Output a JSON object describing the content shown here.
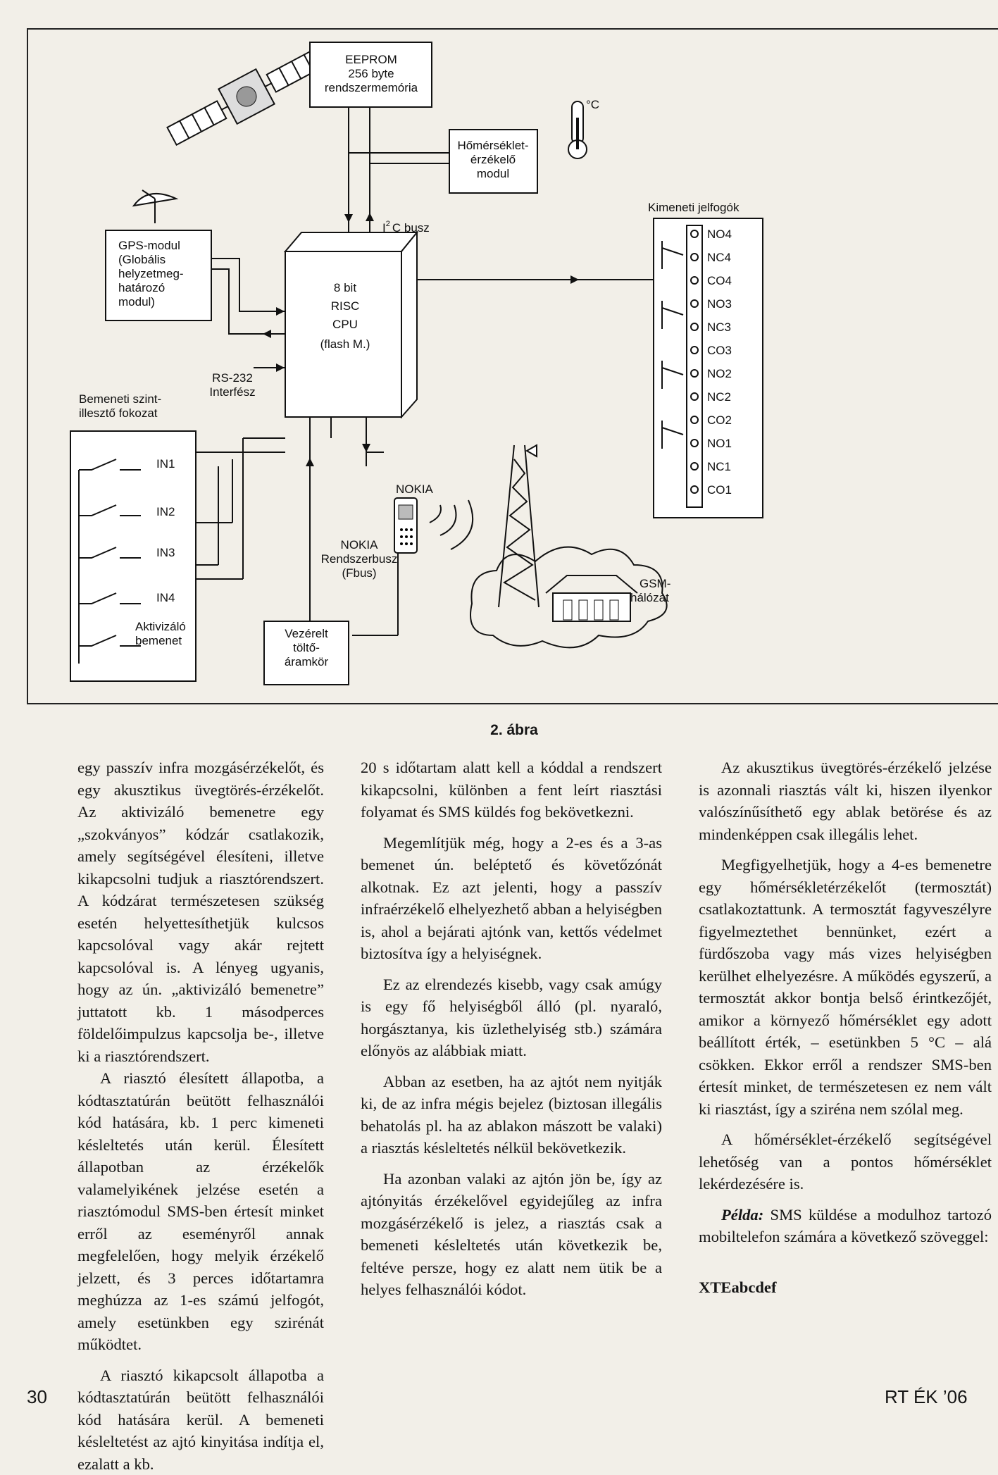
{
  "figure": {
    "eeprom": [
      "EEPROM",
      "256 byte",
      "rendszermemória"
    ],
    "temp_unit": "°C",
    "temp_module": [
      "Hőmérséklet-",
      "érzékelő",
      "modul"
    ],
    "relays_title": "Kimeneti jelfogók",
    "relay_pins": [
      "NO4",
      "NC4",
      "CO4",
      "NO3",
      "NC3",
      "CO3",
      "NO2",
      "NC2",
      "CO2",
      "NO1",
      "NC1",
      "CO1"
    ],
    "i2c_prefix": "I",
    "i2c_sup": "2",
    "i2c_suffix": "C busz",
    "gps": [
      "GPS-modul",
      "(Globális",
      "helyzetmeg-",
      "határozó",
      "modul)"
    ],
    "cpu": [
      "8 bit",
      "RISC",
      "CPU",
      "(flash M.)"
    ],
    "rs232": [
      "RS-232",
      "Interfész"
    ],
    "input_stage": [
      "Bemeneti szint-",
      "illesztő fokozat"
    ],
    "inputs": [
      "IN1",
      "IN2",
      "IN3",
      "IN4"
    ],
    "activate": [
      "Aktivizáló",
      "bemenet"
    ],
    "nokia_phone": "NOKIA",
    "nokia_bus": [
      "NOKIA",
      "Rendszerbusz",
      "(Fbus)"
    ],
    "gsm": [
      "GSM-",
      "hálózat"
    ],
    "charger": [
      "Vezérelt",
      "töltő-",
      "áramkör"
    ]
  },
  "caption": "2. ábra",
  "col1": [
    "egy passzív infra mozgásérzékelőt, és egy akusztikus üvegtörés-érzékelőt. Az aktivizáló bemenetre egy „szokványos” kódzár csatlakozik, amely segítségével élesíteni, illetve kikapcsolni tudjuk a riasztórendszert. A kódzárat természetesen szükség esetén helyettesíthetjük kulcsos kapcsolóval vagy akár rejtett kapcsolóval is. A lényeg ugyanis, hogy az ún. „aktivizáló bemenetre” juttatott kb. 1 másodperces földelőimpulzus kapcsolja be-, illetve ki a riasztórendszert.",
    "A riasztó élesített állapotba, a kódtasztatúrán beütött felhasználói kód hatására, kb. 1 perc kimeneti késleltetés után kerül. Élesített állapotban az érzékelők valamelyikének jelzése esetén a riasztómodul SMS-ben értesít minket erről az eseményről annak megfelelően, hogy melyik érzékelő jelzett, és 3 perces időtartamra meghúzza az 1-es számú jelfogót, amely esetünkben egy szirénát működtet.",
    "A riasztó kikapcsolt állapotba a kódtasztatúrán beütött felhasználói kód hatására kerül. A bemeneti késleltetést az ajtó kinyitása indítja el, ezalatt a kb."
  ],
  "col2": [
    "20 s időtartam alatt kell a kóddal a rendszert kikapcsolni, különben a fent leírt riasztási folyamat és SMS küldés fog bekövetkezni.",
    "Megemlítjük még, hogy a 2-es és a 3-as bemenet ún. beléptető és követőzónát alkotnak. Ez azt jelenti, hogy a passzív infraérzékelő elhelyezhető abban a helyiségben is, ahol a bejárati ajtónk van, kettős védelmet biztosítva így a helyiségnek.",
    "Ez az elrendezés kisebb, vagy csak amúgy is egy fő helyiségből álló (pl. nyaraló, horgásztanya, kis üzlethelyiség stb.) számára előnyös az alábbiak miatt.",
    "Abban az esetben, ha az ajtót nem nyitják ki, de az infra mégis bejelez (biztosan illegális behatolás pl. ha az ablakon mászott be valaki) a riasztás késleltetés nélkül bekövetkezik.",
    "Ha azonban valaki az ajtón jön be, így az ajtónyitás érzékelővel egyidejűleg az infra mozgásérzékelő is jelez, a riasztás csak a bemeneti késleltetés után következik be, feltéve persze, hogy ez alatt nem ütik be a helyes felhasználói kódot."
  ],
  "col3": [
    "Az akusztikus üvegtörés-érzékelő jelzése is azonnali riasztás vált ki, hiszen ilyenkor valószínűsíthető egy ablak betörése és az mindenképpen csak illegális lehet.",
    "Megfigyelhetjük, hogy a 4-es bemenetre egy hőmérsékletérzékelőt (termosztát) csatlakoztattunk. A termosztát fagyveszélyre figyelmeztethet bennünket, ezért a fürdőszoba vagy más vizes helyiségben kerülhet elhelyezésre. A működés egyszerű, a termosztát akkor bontja belső érintkezőjét, amikor a környező hőmérséklet egy adott beállított érték, – esetünkben 5 °C – alá csökken. Ekkor erről a rendszer SMS-ben értesít minket, de természetesen ez nem vált ki riasztást, így a sziréna nem szólal meg.",
    "A hőmérséklet-érzékelő segítségével lehetőség van a pontos hőmérséklet lekérdezésére is."
  ],
  "example_label": "Példa:",
  "example_text": " SMS küldése a modulhoz tartozó mobiltelefon számára a következő szöveggel:",
  "example_code": "XTEabcdef",
  "page_number": "30",
  "footer": "RT ÉK ’06"
}
